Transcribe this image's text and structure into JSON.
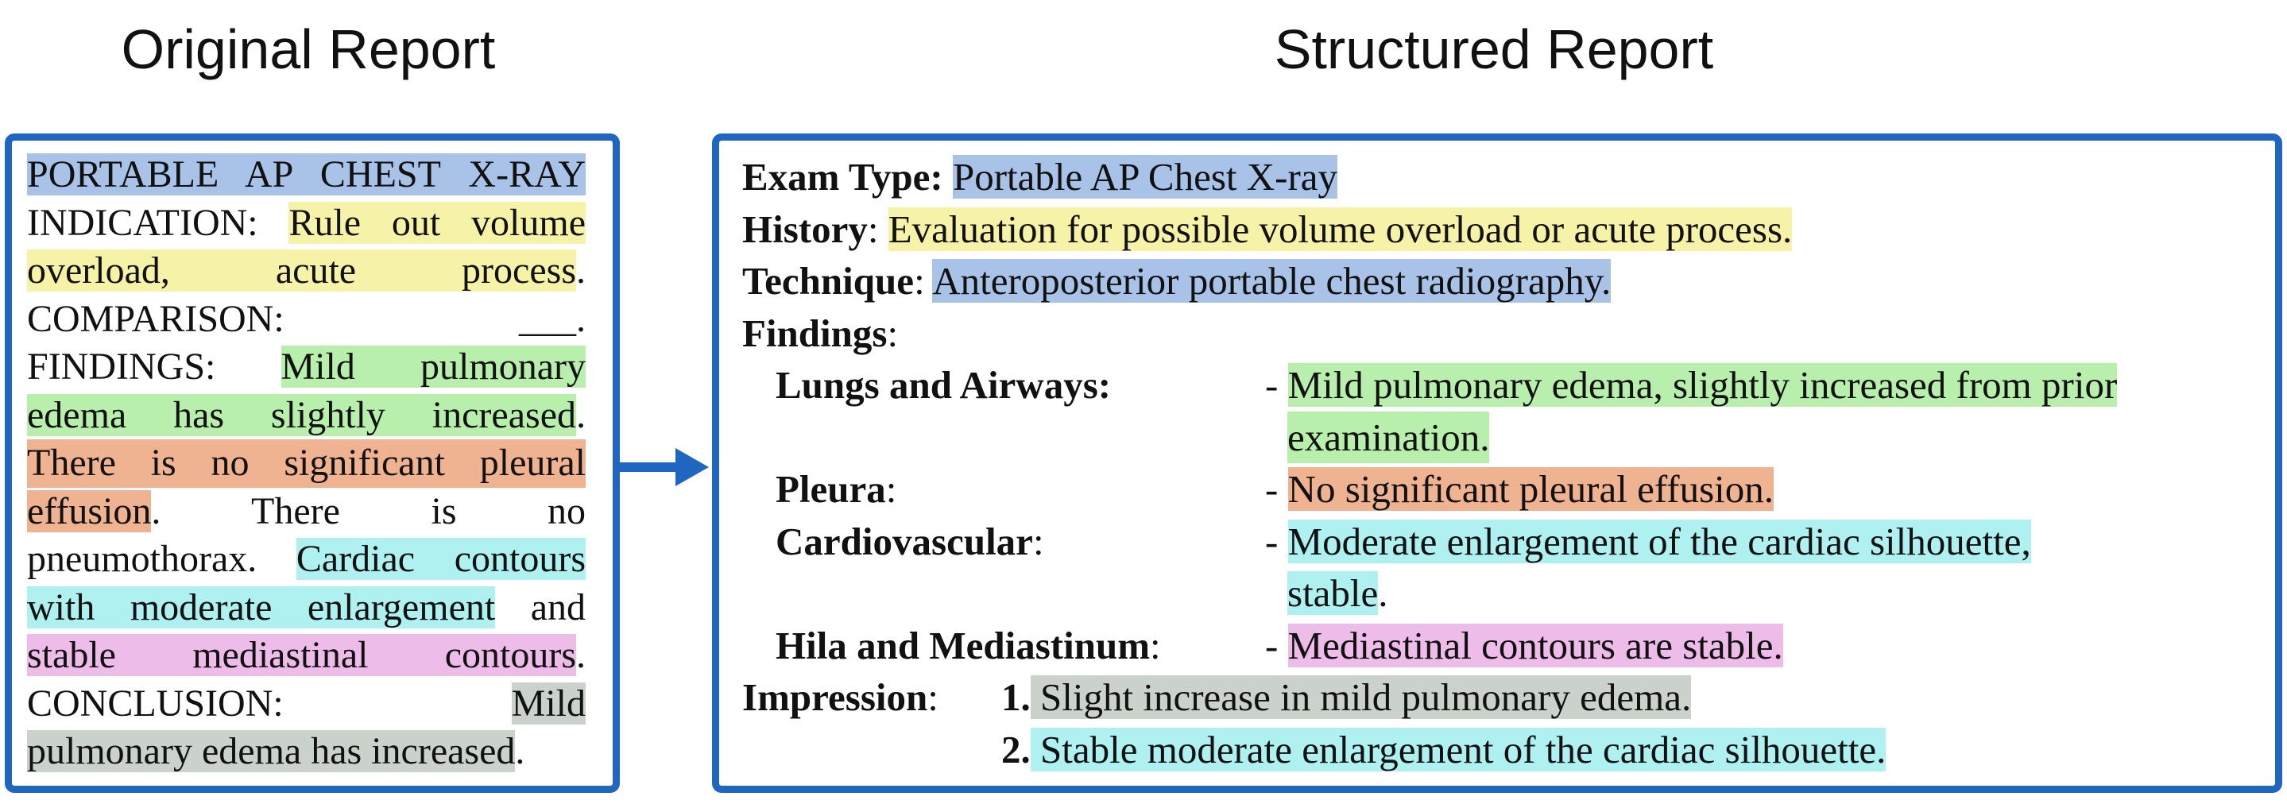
{
  "titles": {
    "original": "Original Report",
    "structured": "Structured Report"
  },
  "colors": {
    "frame": "#1f66c1",
    "blue": "#a9c3e8",
    "yellow": "#f6f3a9",
    "green": "#b9efad",
    "orange": "#efb391",
    "cyan": "#aef1f0",
    "pink": "#eebce8",
    "gray": "#cad2cb"
  },
  "original": {
    "l1": "PORTABLE AP CHEST X-RAY",
    "l2a": "INDICATION:",
    "l2b": "Rule out volume",
    "l3a": "overload, acute process",
    "l3b": ".",
    "l4": "COMPARISON: ___.",
    "l5a": "FINDINGS:",
    "l5b": "Mild pulmonary",
    "l6a": "edema has slightly increased",
    "l6b": ".",
    "l7": "There is no significant pleural",
    "l8a": "effusion",
    "l8b": ". There is no",
    "l9a": "pneumothorax.",
    "l9b": "Cardiac contours",
    "l10a": "with moderate enlargement",
    "l10b": "and",
    "l11a": "stable mediastinal contours",
    "l11b": ".",
    "l12a": "CONCLUSION:",
    "l12b": "Mild",
    "l13a": "pulmonary edema has increased",
    "l13b": "."
  },
  "structured": {
    "exam_label": "Exam Type:",
    "exam_value": "Portable AP Chest X-ray",
    "history_label": "History",
    "history_value": "Evaluation for possible volume overload or acute process.",
    "technique_label": "Technique",
    "technique_value": "Anteroposterior portable chest radiography.",
    "findings_label": "Findings",
    "colon": ":",
    "dash": "- ",
    "lungs_label": "Lungs and Airways:",
    "lungs_value1": "Mild pulmonary edema, slightly increased from prior",
    "lungs_value2": "examination.",
    "pleura_label": "Pleura",
    "pleura_value": "No significant pleural effusion.",
    "cardio_label": "Cardiovascular",
    "cardio_value1": "Moderate enlargement of the cardiac silhouette,",
    "cardio_value2": "stable",
    "period": ".",
    "hila_label": "Hila and Mediastinum",
    "hila_value": "Mediastinal contours are stable.",
    "impression_label": "Impression",
    "imp1_num": "1.",
    "imp1_text": " Slight increase in mild pulmonary edema.",
    "imp2_num": "2.",
    "imp2_text": " Stable moderate enlargement of the cardiac silhouette."
  }
}
